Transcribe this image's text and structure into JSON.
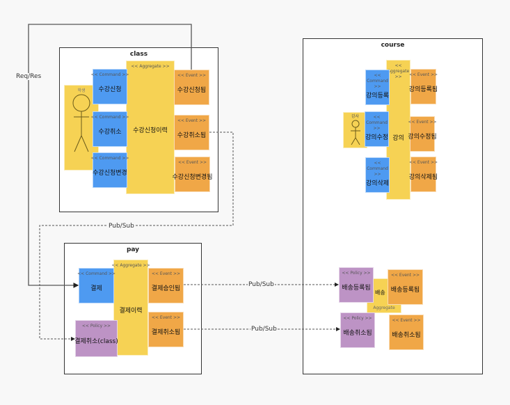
{
  "stereotypes": {
    "command": "<< Command >>",
    "event": "<< Event >>",
    "aggregate": "<< Aggregate >>",
    "policy": "<< Policy >>"
  },
  "colors": {
    "command": "#4e9af1",
    "event": "#f0a747",
    "aggregate": "#f6d254",
    "policy": "#bd93c5",
    "actor": "#f6d254"
  },
  "connections": {
    "req_res": "Req/Res",
    "pub_sub_1": "Pub/Sub",
    "pub_sub_2": "Pub/Sub",
    "pub_sub_3": "Pub/Sub"
  },
  "class": {
    "title": "class",
    "actor": "학생",
    "commands": [
      "수강신청",
      "수강취소",
      "수강신청변경"
    ],
    "aggregate": "수강신청이력",
    "events": [
      "수강신청됨",
      "수강취소됨",
      "수강신청변경됨"
    ]
  },
  "course": {
    "title": "course",
    "actor": "강사",
    "commands": [
      "강의등록",
      "강의수정",
      "강의삭제"
    ],
    "aggregate": "강의",
    "events": [
      "강의등록됨",
      "강의수정됨",
      "강의삭제됨"
    ],
    "delivery": {
      "aggregate_stereotype": "Aggregate",
      "aggregate": "배송",
      "policies": [
        "배송등록됨",
        "배송취소됨"
      ],
      "events": [
        "배송등록됨",
        "배송취소됨"
      ]
    }
  },
  "pay": {
    "title": "pay",
    "command": "결제",
    "aggregate": "결제이력",
    "events": [
      "결제승인됨",
      "결제취소됨"
    ],
    "policy": "결제취소(class)"
  }
}
